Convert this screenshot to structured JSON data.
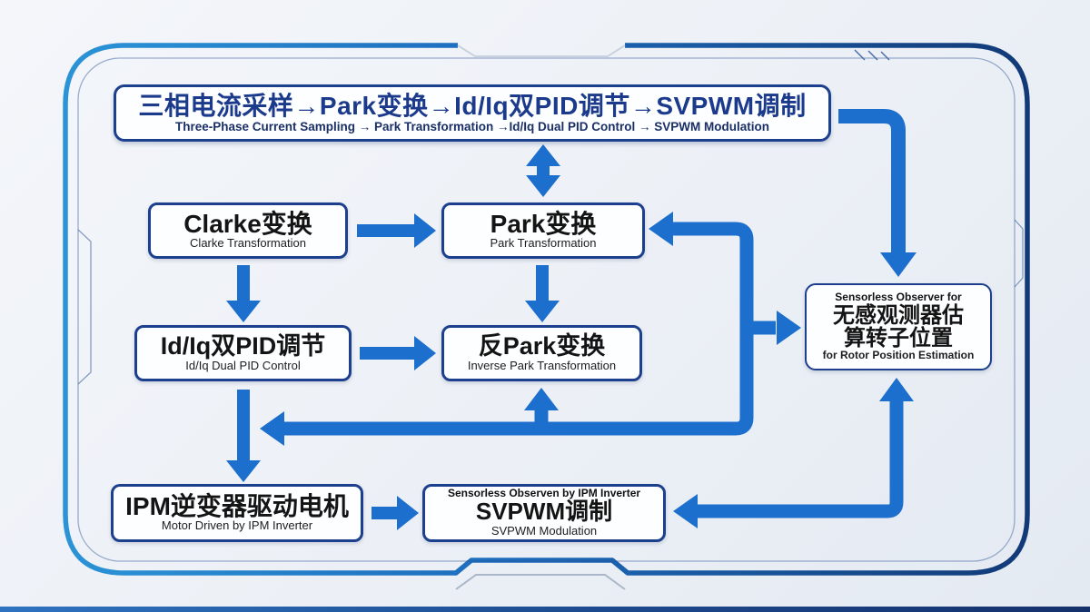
{
  "page": {
    "background": "#eef1f6",
    "arrow_color": "#1d6fce",
    "box_border_color": "#1c3f8e",
    "frame_gradient": [
      "#2b93d6",
      "#1d6cbd",
      "#123a77"
    ],
    "banner_text_color": "#1b3a8c"
  },
  "banner": {
    "zh": "三相电流采样→Park变换→Id/Iq双PID调节→SVPWM调制",
    "en": "Three-Phase Current Sampling → Park Transformation →Id/Iq Dual PID Control  → SVPWM Modulation"
  },
  "nodes": {
    "clarke": {
      "zh": "Clarke变换",
      "en": "Clarke Transformation"
    },
    "park": {
      "zh": "Park变换",
      "en": "Park Transformation"
    },
    "idiq": {
      "zh": "Id/Iq双PID调节",
      "en": "Id/Iq Dual PID Control"
    },
    "inverse_park": {
      "zh": "反Park变换",
      "en": "Inverse Park Transformation"
    },
    "observer": {
      "en_top": "Sensorless Observer for",
      "zh_line1": "无感观测器估",
      "zh_line2": "算转子位置",
      "en_bottom": "for Rotor Position Estimation"
    },
    "ipm": {
      "zh": "IPM逆变器驱动电机",
      "en": "Motor Driven by IPM Inverter"
    },
    "svpwm": {
      "en_top": "Sensorless Observen by IPM Inverter",
      "zh": "SVPWM调制",
      "en_bottom": "SVPWM Modulation"
    }
  }
}
